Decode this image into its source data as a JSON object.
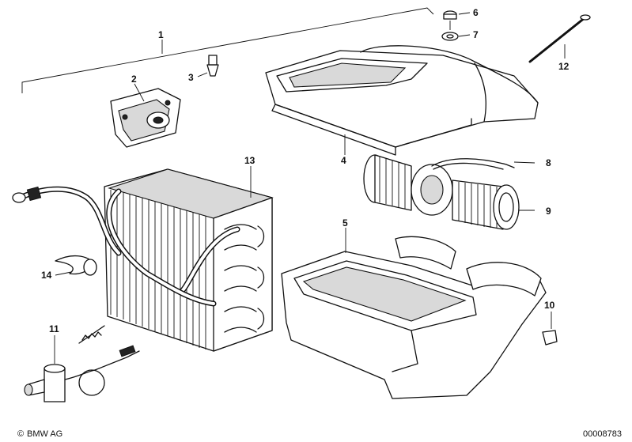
{
  "diagram": {
    "callouts": [
      "1",
      "2",
      "3",
      "4",
      "5",
      "6",
      "7",
      "8",
      "9",
      "10",
      "11",
      "12",
      "13",
      "14"
    ],
    "footer_left": "BMW AG",
    "footer_right": "00008783",
    "copyright_symbol": "©"
  }
}
